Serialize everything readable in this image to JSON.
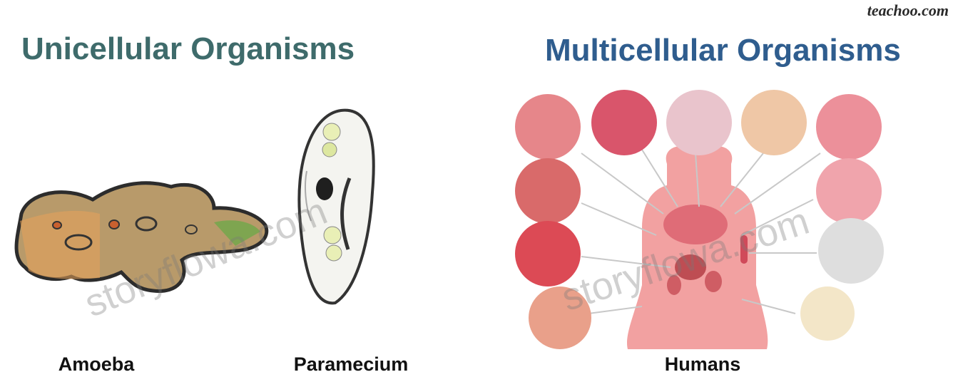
{
  "brand": "teachoo.com",
  "headings": {
    "left": "Unicellular Organisms",
    "right": "Multicellular Organisms"
  },
  "labels": {
    "amoeba": "Amoeba",
    "paramecium": "Paramecium",
    "humans": "Humans"
  },
  "watermarks": [
    "storyflowa.com",
    "storyflowa.com"
  ],
  "colors": {
    "amoeba_body": "#b89a6a",
    "amoeba_edge": "#2c2c2c",
    "tissue_pink": "#e8838a",
    "body_pink": "#f2a1a1",
    "left_heading": "#3e6b6b",
    "right_heading": "#2f5d8e"
  }
}
